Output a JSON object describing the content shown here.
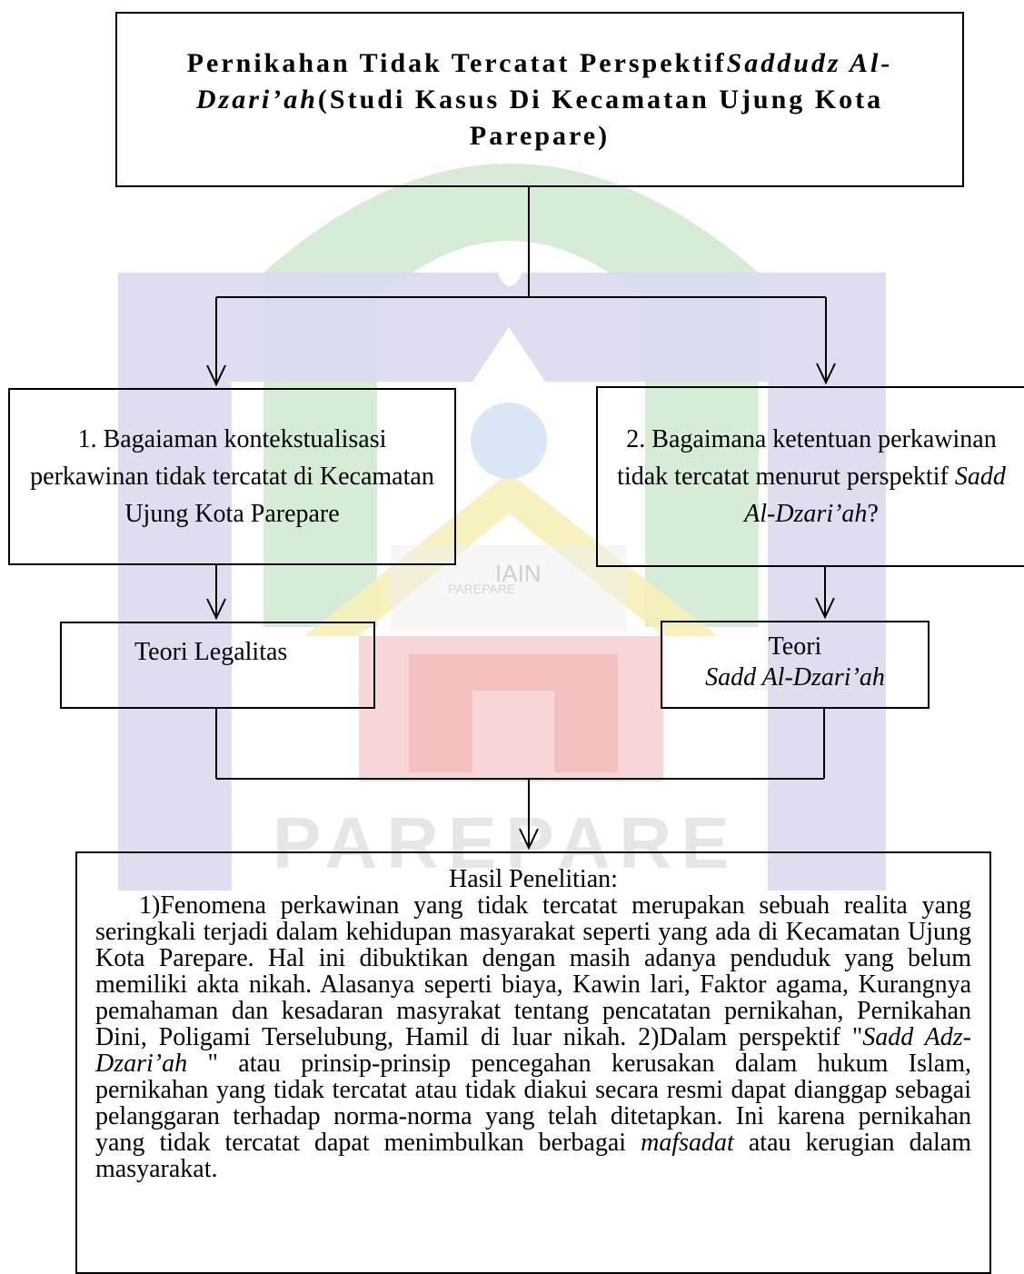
{
  "title": {
    "part1": "Pernikahan Tidak Tercatat Perspektif",
    "italic": "Saddudz Al-Dzari’ah",
    "part2": "(Studi Kasus Di Kecamatan Ujung Kota Parepare)"
  },
  "question1": {
    "text": "1. Bagaiaman kontekstualisasi perkawinan tidak tercatat di Kecamatan Ujung Kota Parepare"
  },
  "question2": {
    "prefix": "2. Bagaimana ketentuan perkawinan tidak tercatat menurut perspektif ",
    "italic": "Sadd Al-Dzari’ah",
    "suffix": "?"
  },
  "theory1": {
    "text": "Teori Legalitas"
  },
  "theory2": {
    "line1": "Teori",
    "line2": "Sadd Al-Dzari’ah"
  },
  "result": {
    "heading": "Hasil Penelitian:",
    "p1": "1)Fenomena perkawinan yang tidak tercatat merupakan sebuah realita yang seringkali terjadi dalam kehidupan masyarakat seperti yang ada di Kecamatan Ujung Kota Parepare. Hal ini dibuktikan dengan masih adanya penduduk yang belum memiliki akta nikah. Alasanya seperti biaya, Kawin lari, Faktor agama, Kurangnya pemahaman dan kesadaran masyrakat tentang pencatatan pernikahan, Pernikahan Dini, Poligami Terselubung, Hamil di luar nikah. 2)Dalam perspektif \"",
    "italic1": "Sadd Adz-Dzari’ah",
    "p2": " \" atau prinsip-prinsip pencegahan kerusakan dalam hukum Islam, pernikahan yang tidak tercatat atau tidak diakui secara resmi dapat dianggap sebagai pelanggaran terhadap norma-norma yang telah ditetapkan. Ini karena pernikahan yang tidak tercatat dapat menimbulkan berbagai ",
    "italic2": "mafsadat",
    "p3": " atau kerugian dalam masyarakat."
  },
  "watermark": {
    "text": "PAREPARE",
    "logo_text": "IAIN",
    "logo_sub": "PAREPARE"
  },
  "colors": {
    "green": "#bfe3bf",
    "blue": "#d4d7ee",
    "yellow": "#f6efb3",
    "red": "#f4c7c7"
  }
}
